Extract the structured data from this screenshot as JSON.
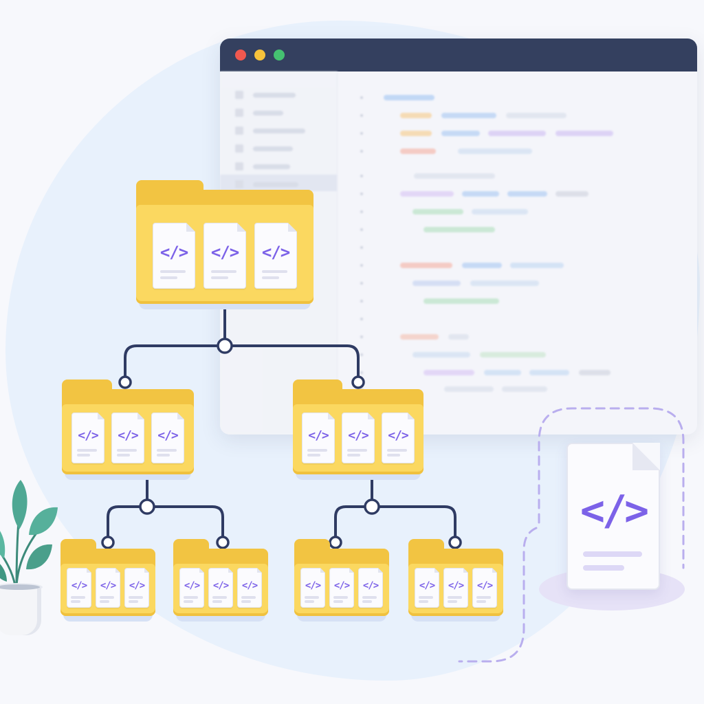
{
  "window": {
    "controls": [
      {
        "name": "close",
        "color": "#f0584f"
      },
      {
        "name": "minimize",
        "color": "#f6c23b"
      },
      {
        "name": "maximize",
        "color": "#45c171"
      }
    ]
  },
  "file_glyph": "</>",
  "colors": {
    "folder_front": "#fbd860",
    "folder_back": "#f2c442",
    "connector": "#2f3b63",
    "accent": "#7c62e8",
    "titlebar": "#34405f"
  },
  "tree": {
    "root": {
      "files": 3
    },
    "level1": [
      {
        "files": 3
      },
      {
        "files": 3
      }
    ],
    "level2": [
      {
        "files": 3
      },
      {
        "files": 3
      },
      {
        "files": 3
      },
      {
        "files": 3
      }
    ]
  }
}
